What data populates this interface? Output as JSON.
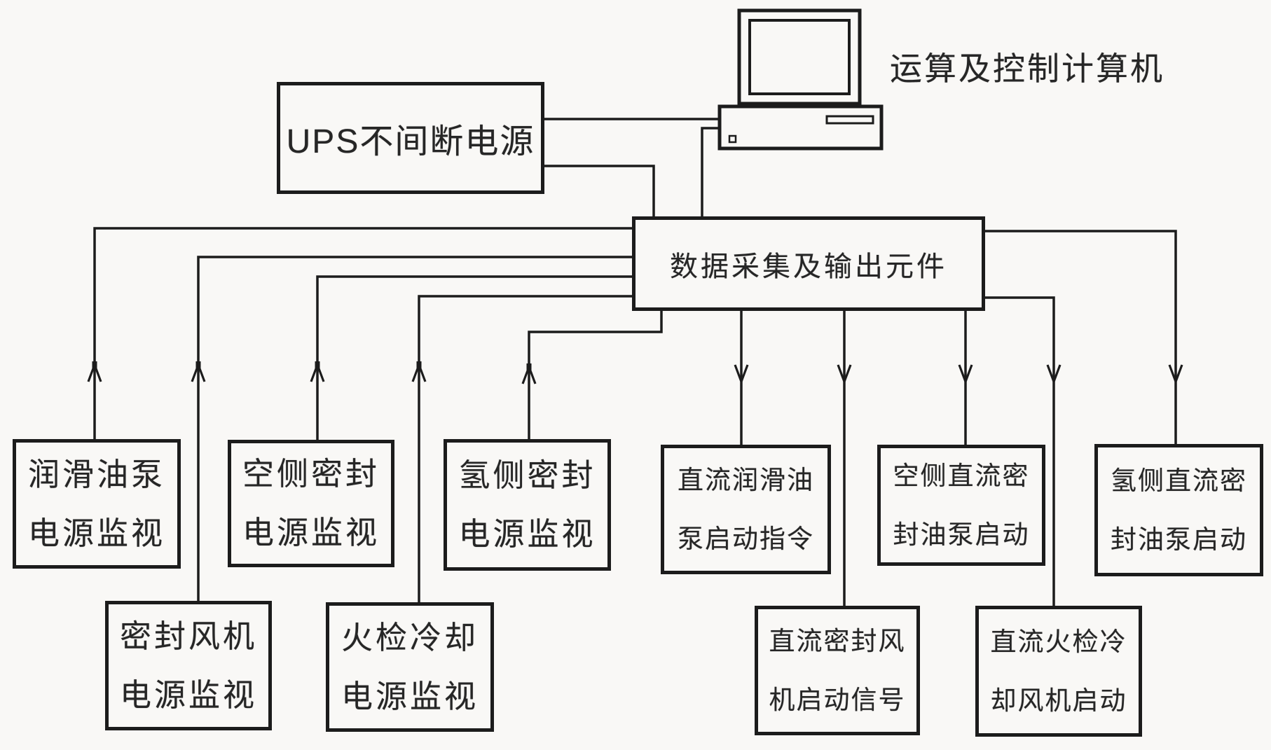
{
  "page": {
    "background_color": "#f9f8f6",
    "line_color": "#1c1c1c"
  },
  "computer": {
    "icon": "desktop-computer-icon",
    "label": "运算及控制计算机"
  },
  "ups": {
    "label": "UPS不间断电源"
  },
  "hub": {
    "label": "数据采集及输出元件"
  },
  "boxes": [
    {
      "id": "lube-oil-pump-power-monitor",
      "line1": "润滑油泵",
      "line2": "电源监视"
    },
    {
      "id": "air-side-seal-power-monitor",
      "line1": "空侧密封",
      "line2": "电源监视"
    },
    {
      "id": "hydrogen-side-seal-power-monitor",
      "line1": "氢侧密封",
      "line2": "电源监视"
    },
    {
      "id": "dc-lube-oil-pump-start-command",
      "line1": "直流润滑油",
      "line2": "泵启动指令"
    },
    {
      "id": "air-side-dc-seal-oil-pump-start",
      "line1": "空侧直流密",
      "line2": "封油泵启动"
    },
    {
      "id": "hydrogen-side-dc-seal-oil-pump-start",
      "line1": "氢侧直流密",
      "line2": "封油泵启动"
    },
    {
      "id": "seal-fan-power-monitor",
      "line1": "密封风机",
      "line2": "电源监视"
    },
    {
      "id": "flame-detect-cooling-power-monitor",
      "line1": "火检冷却",
      "line2": "电源监视"
    },
    {
      "id": "dc-seal-fan-start-signal",
      "line1": "直流密封风",
      "line2": "机启动信号"
    },
    {
      "id": "dc-flame-detect-cooling-fan-start",
      "line1": "直流火检冷",
      "line2": "却风机启动"
    }
  ]
}
